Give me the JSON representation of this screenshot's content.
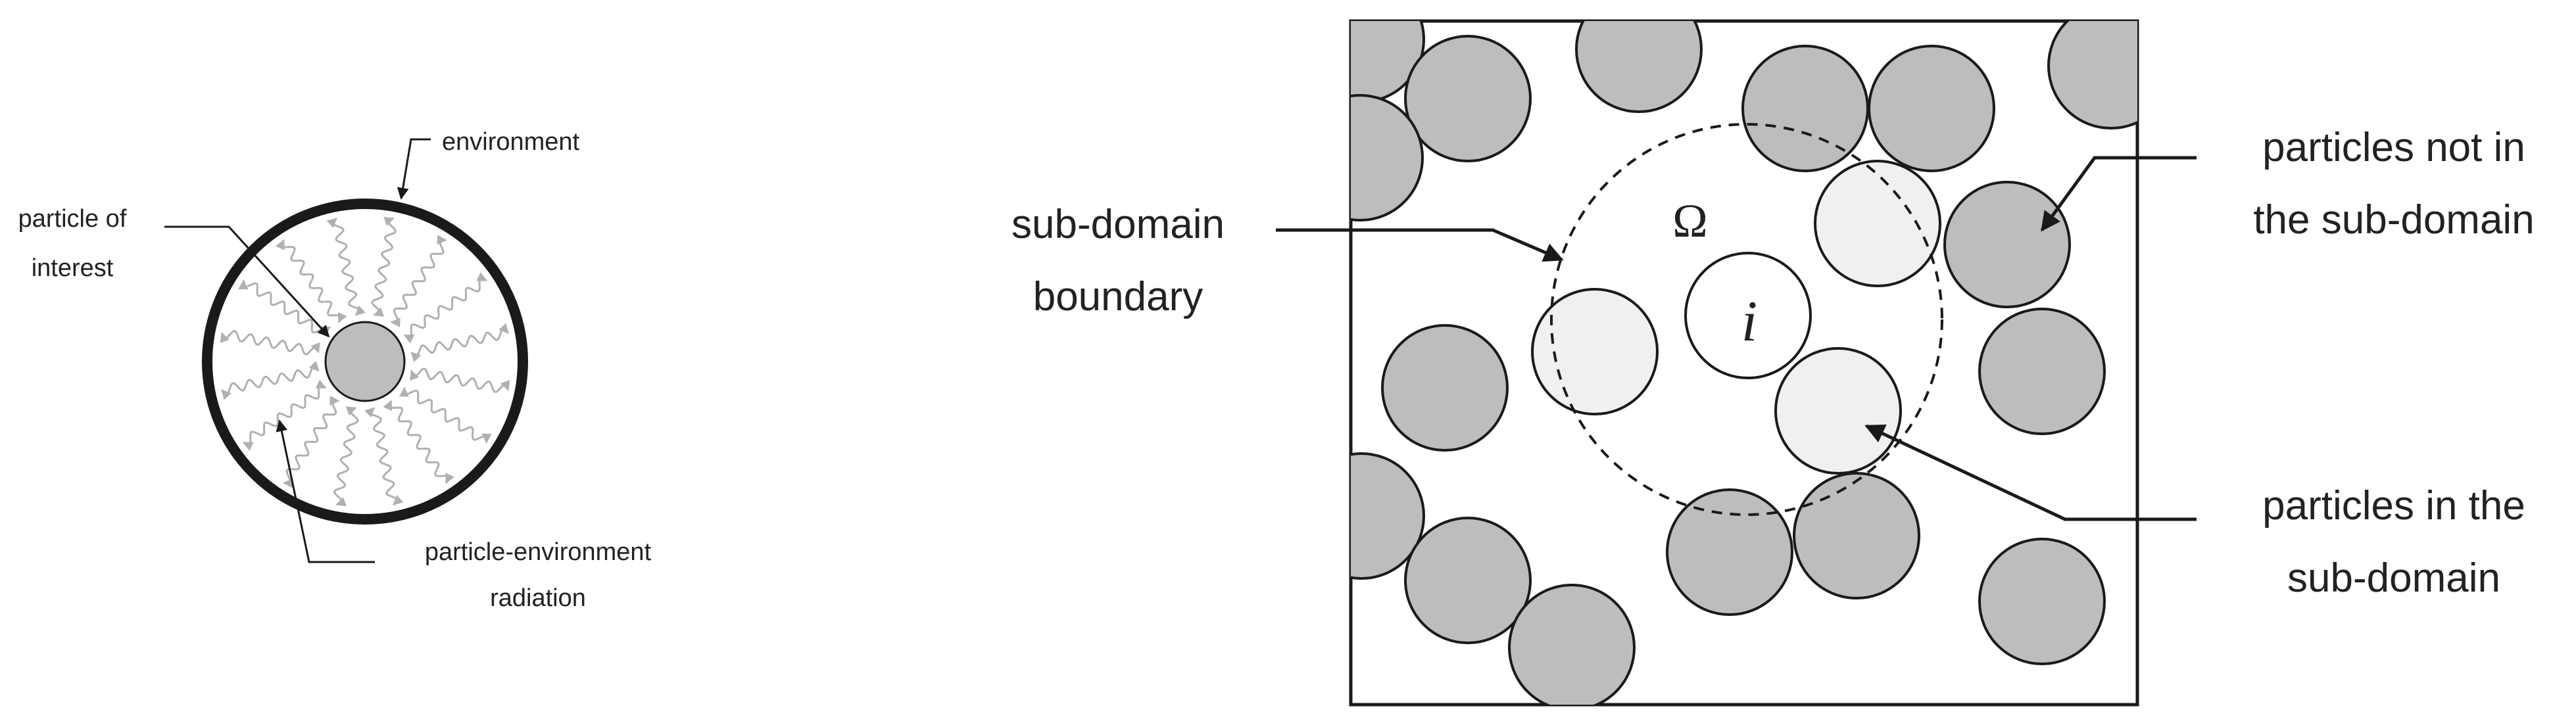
{
  "left_diagram": {
    "labels": {
      "environment": "environment",
      "particle_of_interest_line1": "particle of",
      "particle_of_interest_line2": "interest",
      "radiation_line1": "particle-environment",
      "radiation_line2": "radiation"
    }
  },
  "right_diagram": {
    "labels": {
      "subdomain_boundary_line1": "sub-domain",
      "subdomain_boundary_line2": "boundary",
      "not_in_line1": "particles not in",
      "not_in_line2": "the sub-domain",
      "in_line1": "particles in the",
      "in_line2": "sub-domain",
      "omega_symbol": "Ω",
      "i_symbol": "i"
    }
  },
  "colors": {
    "dark_particle": "#bdbdbd",
    "light_particle": "#f0f0f0",
    "focus_particle": "#ffffff",
    "radiation_arrow": "#b0b0b0",
    "stroke": "#1a1a1a"
  }
}
